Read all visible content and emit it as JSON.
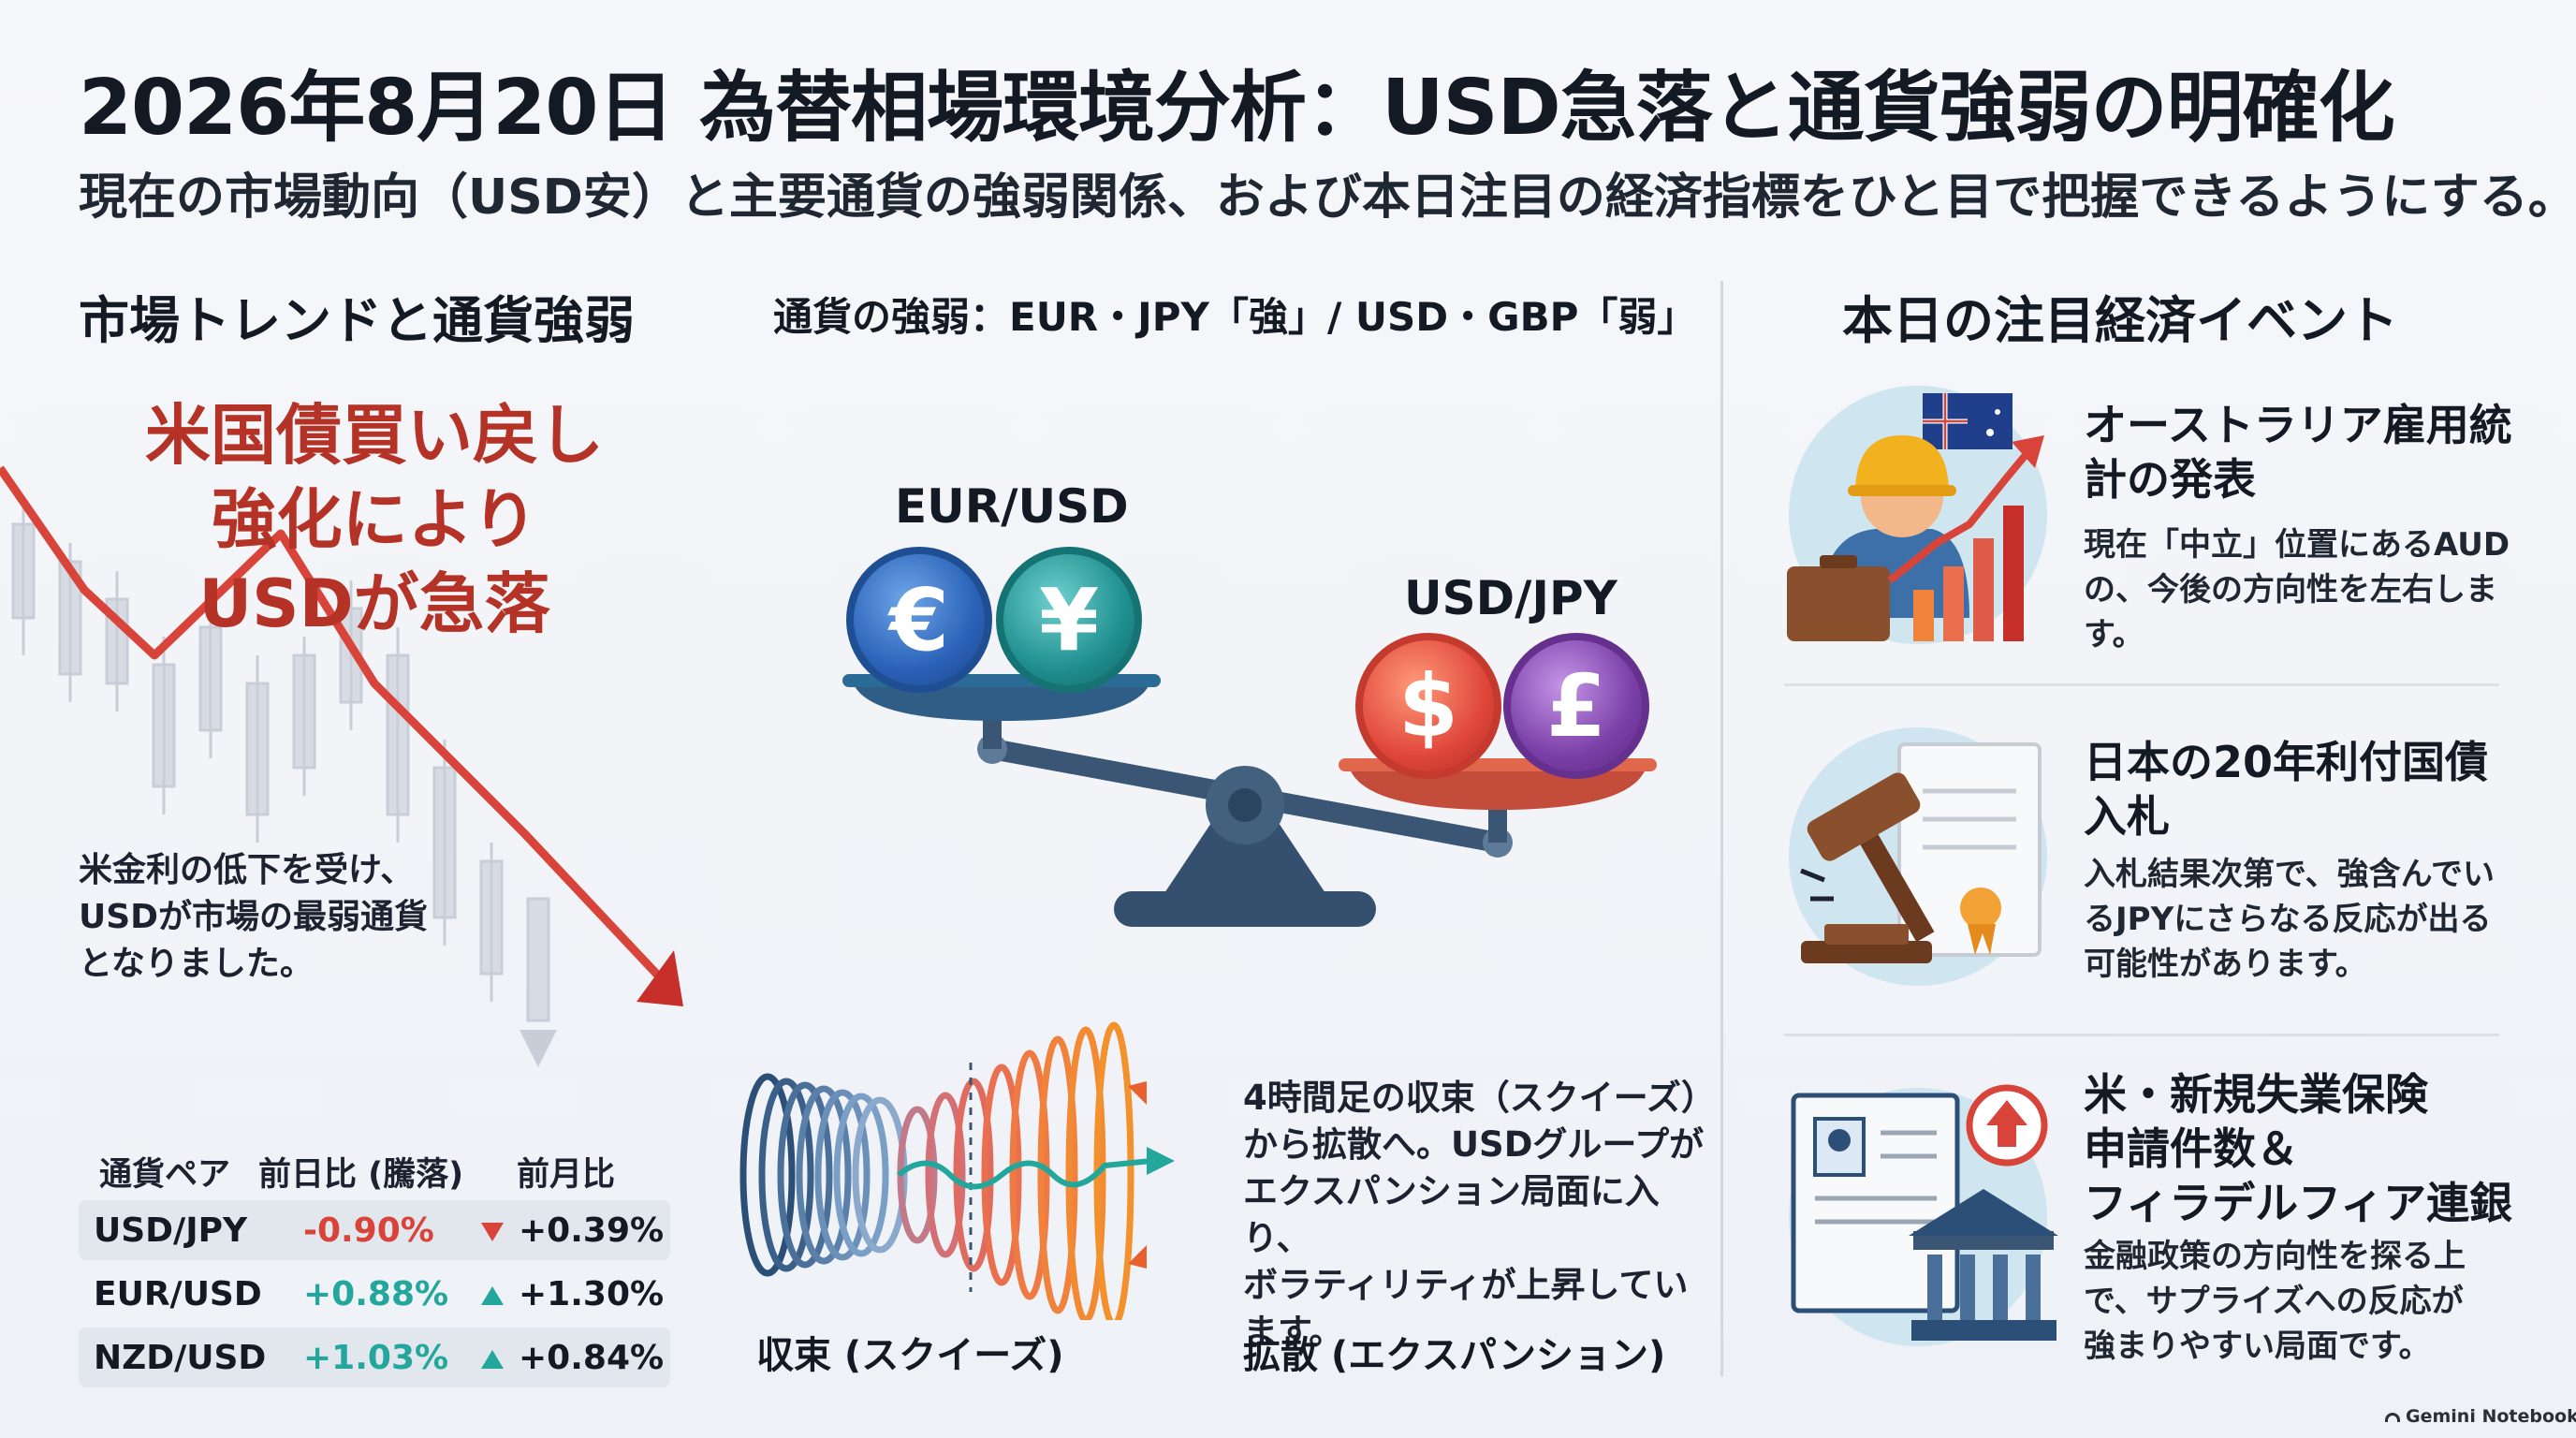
{
  "header": {
    "title": "2026年8月20日 為替相場環境分析：USD急落と通貨強弱の明確化",
    "subtitle": "現在の市場動向（USD安）と主要通貨の強弱関係、および本日注目の経済指標をひと目で把握できるようにする。"
  },
  "left": {
    "heading": "市場トレンドと通貨強弱",
    "headline_lines": [
      "米国債買い戻し",
      "強化により",
      "USDが急落"
    ],
    "note_lines": [
      "米金利の低下を受け、",
      "USDが市場の最弱通貨",
      "となりました。"
    ],
    "table": {
      "headers": [
        "通貨ペア",
        "前日比 (騰落)",
        "前月比"
      ],
      "rows": [
        {
          "pair": "USD/JPY",
          "daily": "-0.90%",
          "monthly": "+0.39%",
          "daily_color": "#d9443a",
          "trend": "down"
        },
        {
          "pair": "EUR/USD",
          "daily": "+0.88%",
          "monthly": "+1.30%",
          "daily_color": "#23a79c",
          "trend": "up"
        },
        {
          "pair": "NZD/USD",
          "daily": "+1.03%",
          "monthly": "+0.84%",
          "daily_color": "#23a79c",
          "trend": "up"
        }
      ]
    }
  },
  "middle": {
    "heading": "通貨の強弱：EUR・JPY「強」/ USD・GBP「弱」",
    "scale": {
      "left_label": "EUR/USD",
      "right_label": "USD/JPY",
      "coins_left": [
        {
          "symbol": "€",
          "color": "#2a62b8"
        },
        {
          "symbol": "¥",
          "color": "#1f8f8f"
        }
      ],
      "coins_right": [
        {
          "symbol": "$",
          "color": "#e0473a"
        },
        {
          "symbol": "£",
          "color": "#7b3fa8"
        }
      ]
    },
    "expansion_lines": [
      "4時間足の収束（スクイーズ）",
      "から拡散へ。USDグループが",
      "エクスパンション局面に入り、",
      "ボラティリティが上昇してい",
      "ます。"
    ],
    "label_squeeze": "収束 (スクイーズ)",
    "label_expand": "拡散 (エクスパンション)"
  },
  "right": {
    "heading": "本日の注目経済イベント",
    "events": [
      {
        "title_lines": [
          "オーストラリア雇用統",
          "計の発表"
        ],
        "desc_lines": [
          "現在「中立」位置にあるAUD",
          "の、今後の方向性を左右しま",
          "す。"
        ],
        "icon": "worker-chart-icon"
      },
      {
        "title_lines": [
          "日本の20年利付国債",
          "入札"
        ],
        "desc_lines": [
          "入札結果次第で、強含んでい",
          "るJPYにさらなる反応が出る",
          "可能性があります。"
        ],
        "icon": "gavel-certificate-icon"
      },
      {
        "title_lines": [
          "米・新規失業保険",
          "申請件数＆",
          "フィラデルフィア連銀"
        ],
        "desc_lines": [
          "金融政策の方向性を探る上",
          "で、サプライズへの反応が",
          "強まりやすい局面です。"
        ],
        "icon": "application-bank-icon"
      }
    ]
  },
  "footer": "Gemini Notebook",
  "colors": {
    "accent_red": "#b53226",
    "up": "#23a79c",
    "down": "#d9443a"
  }
}
